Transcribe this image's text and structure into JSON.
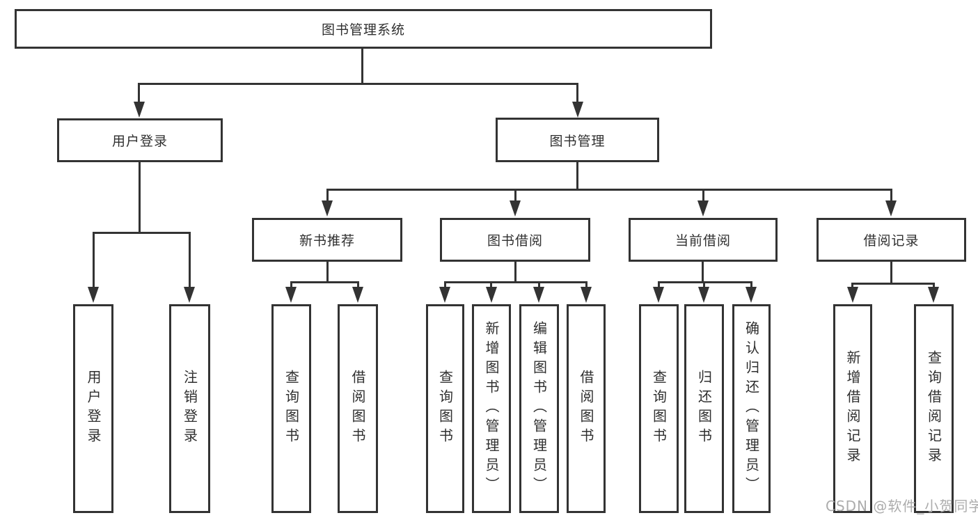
{
  "tree": {
    "label": "图书管理系统",
    "children": [
      {
        "label": "用户登录",
        "children": [
          {
            "label": "用户登录"
          },
          {
            "label": "注销登录"
          }
        ]
      },
      {
        "label": "图书管理",
        "children": [
          {
            "label": "新书推荐",
            "children": [
              {
                "label": "查询图书"
              },
              {
                "label": "借阅图书"
              }
            ]
          },
          {
            "label": "图书借阅",
            "children": [
              {
                "label": "查询图书"
              },
              {
                "label": "新增图书（管理员）"
              },
              {
                "label": "编辑图书（管理员）"
              },
              {
                "label": "借阅图书"
              }
            ]
          },
          {
            "label": "当前借阅",
            "children": [
              {
                "label": "查询图书"
              },
              {
                "label": "归还图书"
              },
              {
                "label": "确认归还（管理员）"
              }
            ]
          },
          {
            "label": "借阅记录",
            "children": [
              {
                "label": "新增借阅记录"
              },
              {
                "label": "查询借阅记录"
              }
            ]
          }
        ]
      }
    ]
  },
  "watermark": {
    "text": "CSDN @软件_小贺同学"
  },
  "colors": {
    "line": "#333333",
    "text": "#2f2f2f",
    "watermark": "#acacac",
    "background": "#ffffff"
  }
}
